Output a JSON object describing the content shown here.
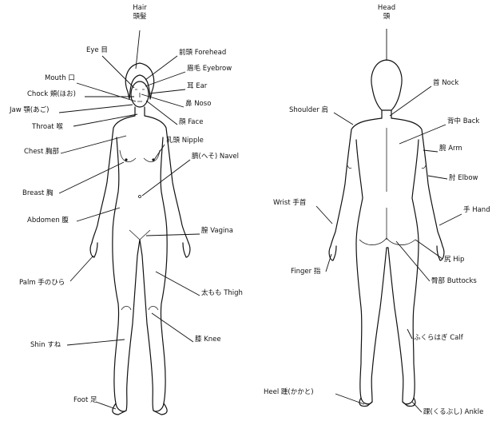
{
  "front_labels": [
    {
      "id": "hair",
      "lines": [
        "Hair",
        "頭髪"
      ]
    },
    {
      "id": "eye",
      "lines": [
        "Eye 目"
      ]
    },
    {
      "id": "forehead",
      "lines": [
        "前頭 Forehead"
      ]
    },
    {
      "id": "eyebrow",
      "lines": [
        "眉毛 Eyebrow"
      ]
    },
    {
      "id": "mouth",
      "lines": [
        "Mouth 口"
      ]
    },
    {
      "id": "ear",
      "lines": [
        "耳 Ear"
      ]
    },
    {
      "id": "cheek",
      "lines": [
        "Chock 頬(ほお)"
      ]
    },
    {
      "id": "nose",
      "lines": [
        "鼻 Noso"
      ]
    },
    {
      "id": "jaw",
      "lines": [
        "Jaw 顎(あご)"
      ]
    },
    {
      "id": "face",
      "lines": [
        "顔 Face"
      ]
    },
    {
      "id": "throat",
      "lines": [
        "Throat 喉"
      ]
    },
    {
      "id": "nipple",
      "lines": [
        "乳頭 Nipple"
      ]
    },
    {
      "id": "chest",
      "lines": [
        "Chest 胸部"
      ]
    },
    {
      "id": "navel",
      "lines": [
        "臍(へそ) Navel"
      ]
    },
    {
      "id": "breast",
      "lines": [
        "Breast 胸"
      ]
    },
    {
      "id": "abdomen",
      "lines": [
        "Abdomen 腹"
      ]
    },
    {
      "id": "vagina",
      "lines": [
        "膣 Vagina"
      ]
    },
    {
      "id": "palm",
      "lines": [
        "Palm 手のひら"
      ]
    },
    {
      "id": "thigh",
      "lines": [
        "太もも Thigh"
      ]
    },
    {
      "id": "knee",
      "lines": [
        "膝 Knee"
      ]
    },
    {
      "id": "shin",
      "lines": [
        "Shin すね"
      ]
    },
    {
      "id": "foot",
      "lines": [
        "Foot 足"
      ]
    }
  ],
  "back_labels": [
    {
      "id": "head",
      "lines": [
        "Head",
        "頭"
      ]
    },
    {
      "id": "neck",
      "lines": [
        "首 Nock"
      ]
    },
    {
      "id": "shoulder",
      "lines": [
        "Shoulder 肩"
      ]
    },
    {
      "id": "back",
      "lines": [
        "背中 Back"
      ]
    },
    {
      "id": "arm",
      "lines": [
        "腕 Arm"
      ]
    },
    {
      "id": "elbow",
      "lines": [
        "肘 Elbow"
      ]
    },
    {
      "id": "wrist",
      "lines": [
        "Wrist 手首"
      ]
    },
    {
      "id": "hand",
      "lines": [
        "手 Hand"
      ]
    },
    {
      "id": "hip",
      "lines": [
        "尻 Hip"
      ]
    },
    {
      "id": "finger",
      "lines": [
        "Finger 指"
      ]
    },
    {
      "id": "buttocks",
      "lines": [
        "臀部 Buttocks"
      ]
    },
    {
      "id": "calf",
      "lines": [
        "ふくらはぎ Calf"
      ]
    },
    {
      "id": "heel",
      "lines": [
        "Heel 踵(かかと)"
      ]
    },
    {
      "id": "ankle",
      "lines": [
        "踝(くるぶし) Ankle"
      ]
    }
  ]
}
